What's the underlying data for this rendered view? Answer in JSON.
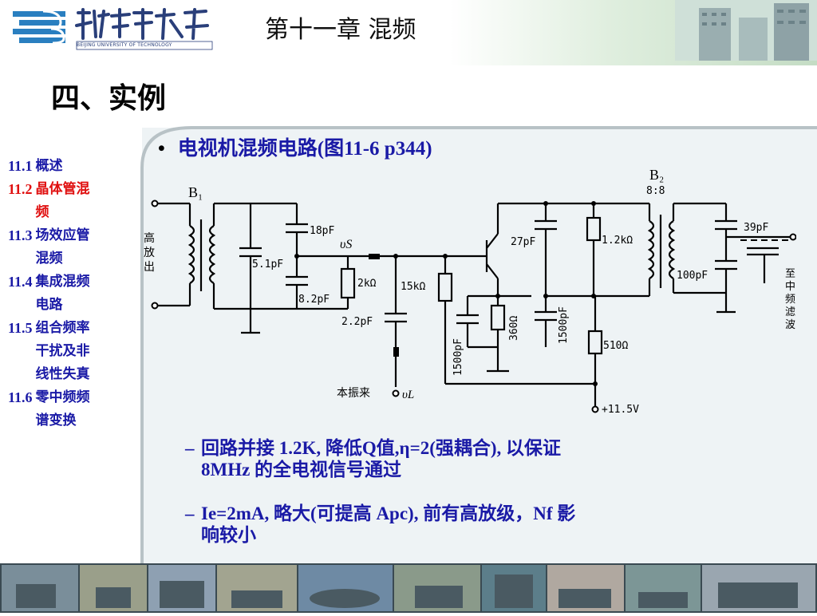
{
  "header": {
    "university_en": "BEIJING UNIVERSITY OF TECHNOLOGY",
    "chapter_title": "第十一章 混频"
  },
  "section_title": "四、实例",
  "toc": [
    {
      "num": "11.1",
      "text": "概述",
      "color": "#1a1aa6"
    },
    {
      "num": "11.2",
      "text": "晶体管混频",
      "color": "#e01010"
    },
    {
      "num": "11.3",
      "text": "场效应管混频",
      "color": "#1a1aa6"
    },
    {
      "num": "11.4",
      "text": "集成混频电路",
      "color": "#1a1aa6"
    },
    {
      "num": "11.5",
      "text": "组合频率干扰及非线性失真",
      "color": "#1a1aa6"
    },
    {
      "num": "11.6",
      "text": "零中频频谱变换",
      "color": "#1a1aa6"
    }
  ],
  "main_bullet": "电视机混频电路(图11-6 p344)",
  "circuit": {
    "B1": "B₁",
    "B2": "B₂",
    "ratio": "8:8",
    "input_label": [
      "高",
      "放",
      "出"
    ],
    "output_label": [
      "至",
      "中",
      "频",
      "滤",
      "波"
    ],
    "c18": "18pF",
    "c5_1": "5.1pF",
    "c8_2": "8.2pF",
    "vs": "υS",
    "r2k": "2kΩ",
    "r15k": "15kΩ",
    "c2_2": "2.2pF",
    "local_osc": "本振来",
    "vl": "υL",
    "c27": "27pF",
    "c1500a": "1500pF",
    "r360": "360Ω",
    "c1500b": "1500pF",
    "r1_2k": "1.2kΩ",
    "r510": "510Ω",
    "c39": "39pF",
    "c100": "100pF",
    "supply": "+11.5V"
  },
  "sub1": {
    "line1": "回路并接 1.2K, 降低Q值,η=2(强耦合), 以保证",
    "line2": "8MHz 的全电视信号通过"
  },
  "sub2": {
    "line1": "Ie=2mA, 略大(可提高 Apc), 前有高放级，Nf 影",
    "line2": "响较小"
  }
}
